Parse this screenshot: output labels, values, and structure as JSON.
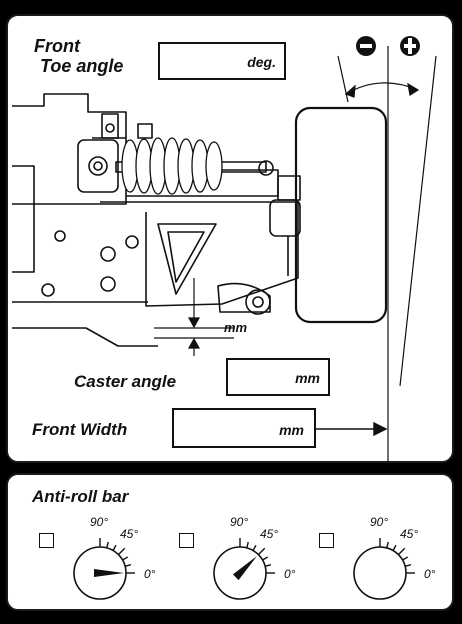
{
  "setup": {
    "toe": {
      "title_line1": "Front",
      "title_line2": "Toe angle",
      "unit": "deg."
    },
    "camber_signs": {
      "minus": "−",
      "plus": "+"
    },
    "gap_unit": "mm",
    "caster": {
      "label": "Caster angle",
      "unit": "mm"
    },
    "width": {
      "label": "Front Width",
      "unit": "mm"
    }
  },
  "antiroll": {
    "title": "Anti-roll bar",
    "dials": [
      {
        "pointer_deg": 0,
        "t90": "90°",
        "t45": "45°",
        "t0": "0°"
      },
      {
        "pointer_deg": 45,
        "t90": "90°",
        "t45": "45°",
        "t0": "0°"
      },
      {
        "pointer_deg": null,
        "t90": "90°",
        "t45": "45°",
        "t0": "0°"
      }
    ]
  }
}
